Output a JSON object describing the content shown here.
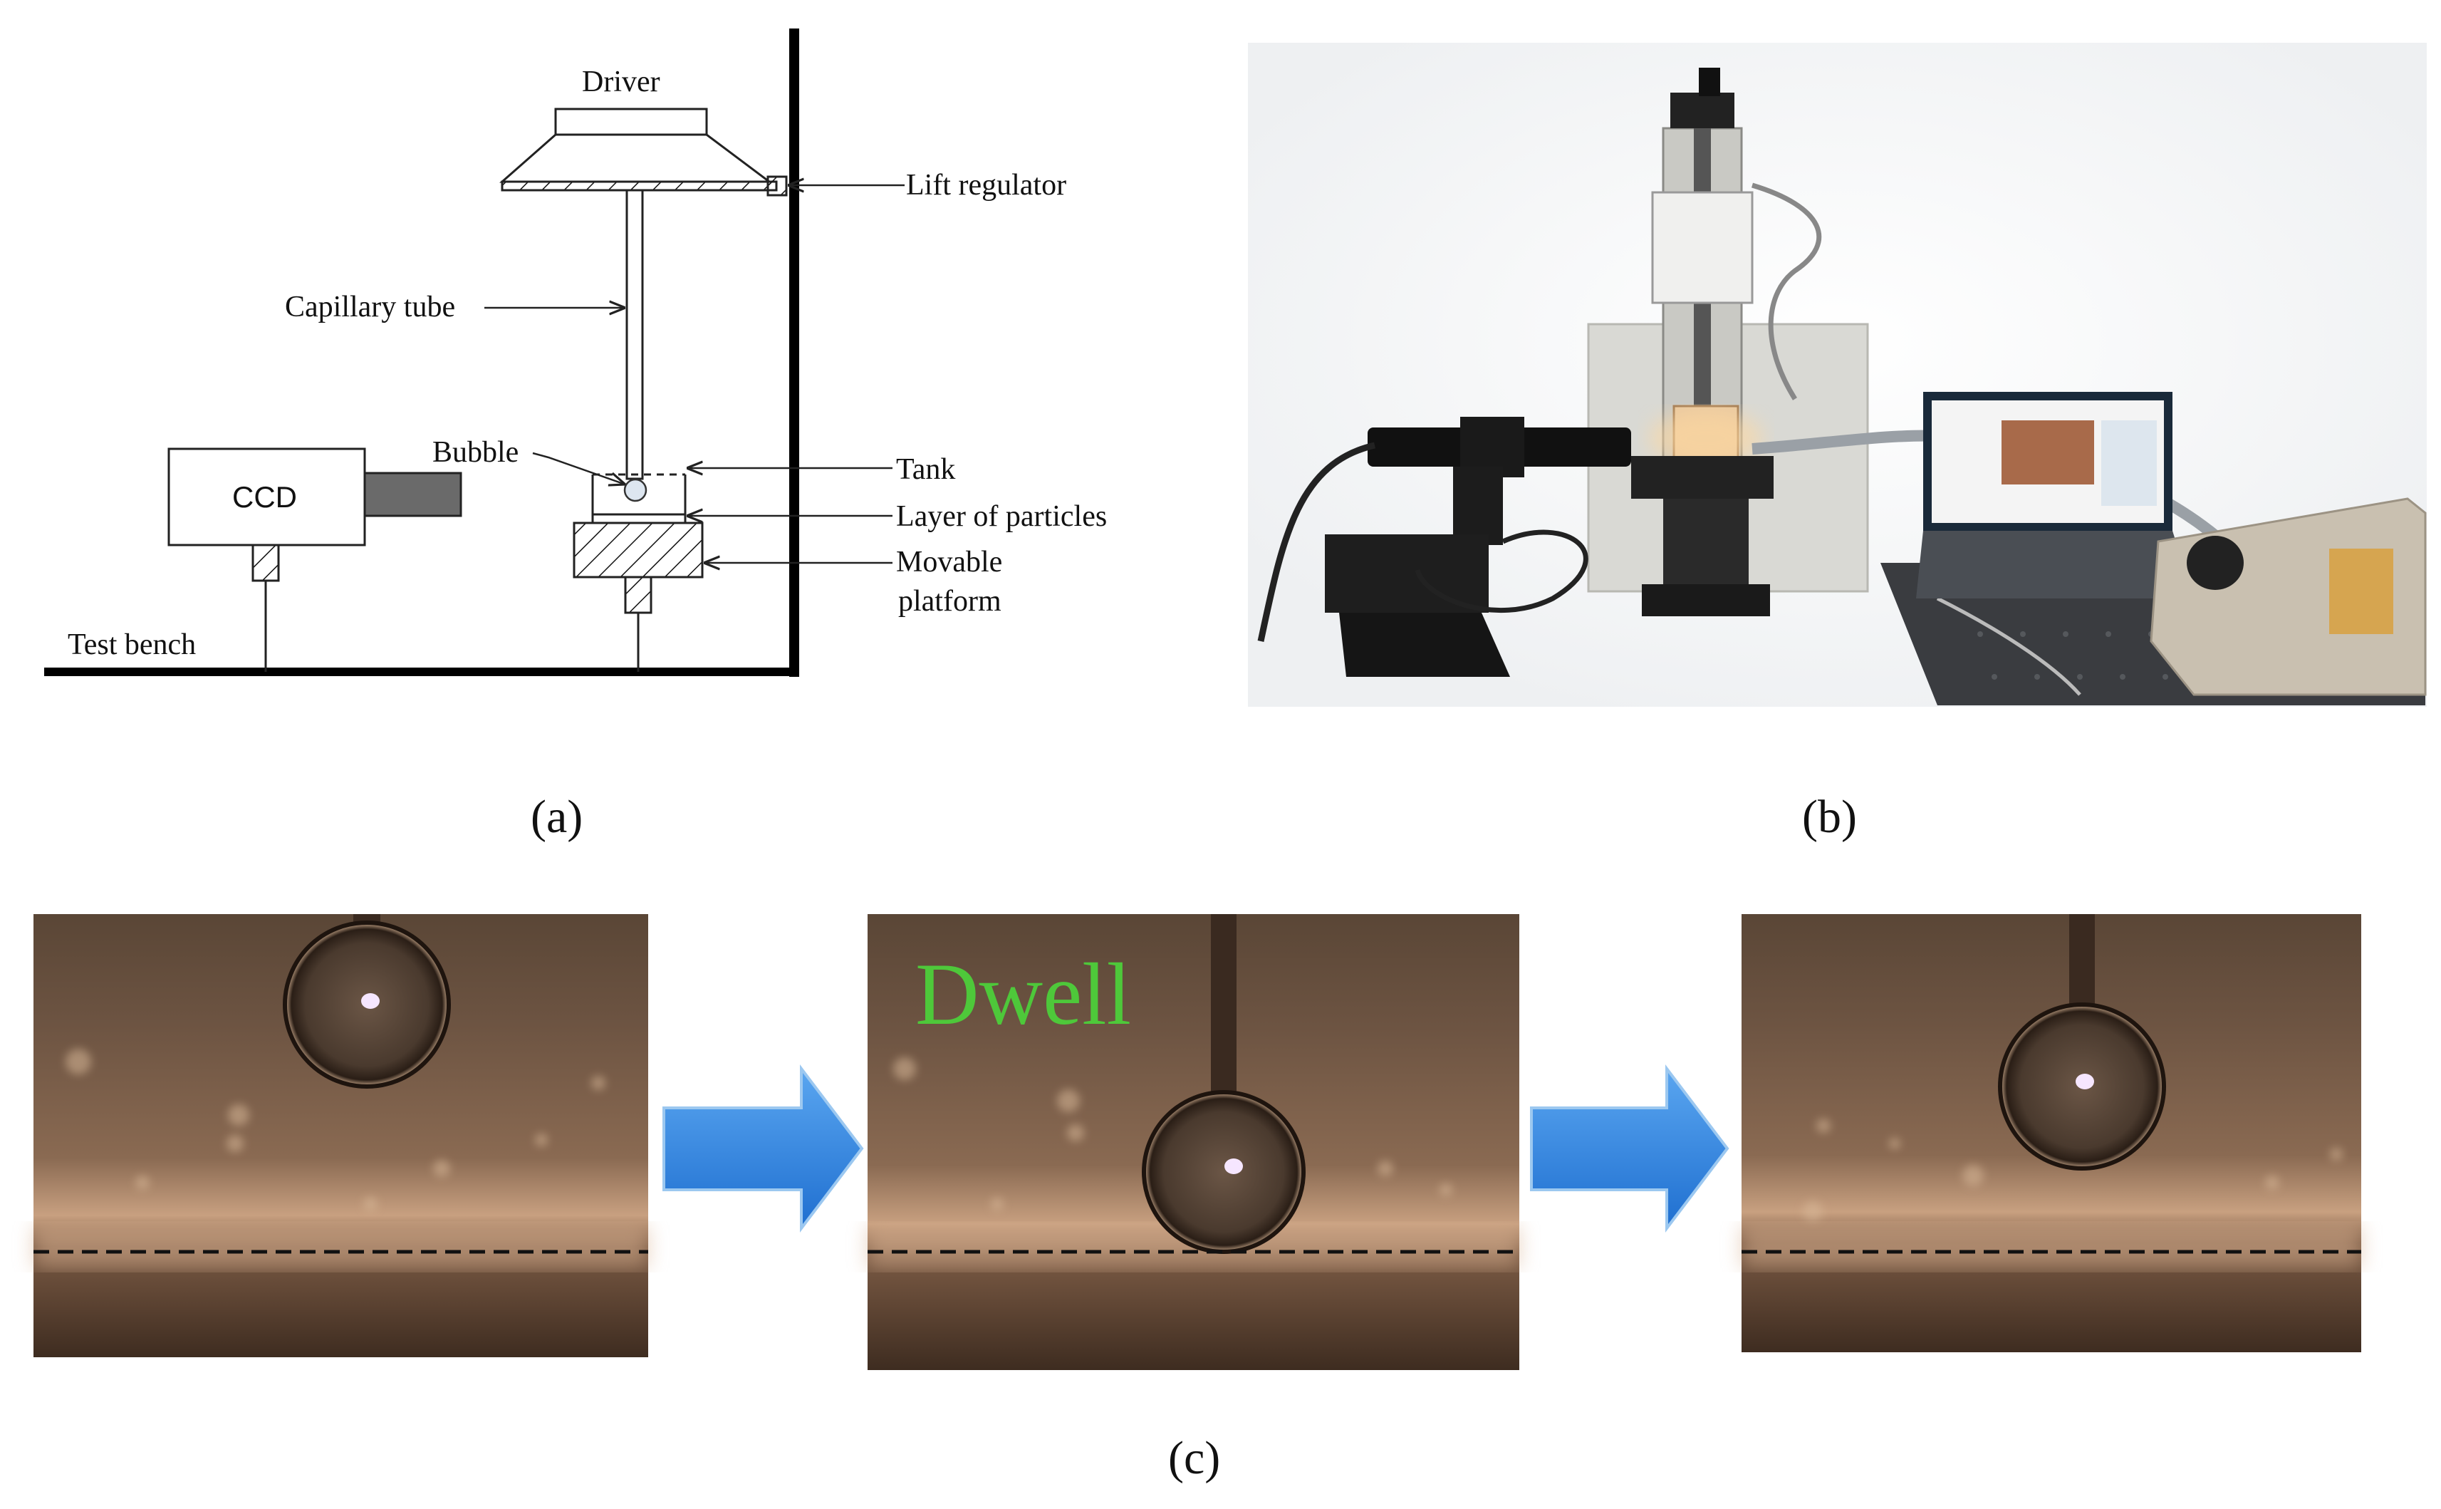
{
  "diagram_a": {
    "labels": {
      "driver": "Driver",
      "lift_regulator": "Lift regulator",
      "capillary_tube": "Capillary tube",
      "bubble": "Bubble",
      "ccd": "CCD",
      "tank": "Tank",
      "layer_of_particles": "Layer of particles",
      "movable_platform_line1": "Movable",
      "movable_platform_line2": "platform",
      "test_bench": "Test bench"
    },
    "caption": "(a)"
  },
  "photo_b": {
    "caption": "(b)"
  },
  "sequence_c": {
    "overlay_text": "Dwell",
    "overlay_color": "#4ec83a",
    "arrow_color": "#2f7fd6",
    "caption": "(c)"
  }
}
